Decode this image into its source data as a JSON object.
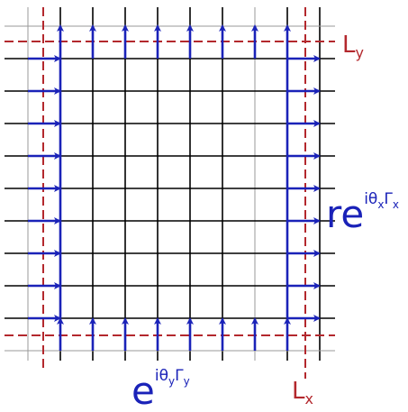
{
  "labels": {
    "ly_main": "L",
    "ly_sub": "y",
    "lx_main": "L",
    "lx_sub": "x",
    "right_main": "re",
    "right_sup_1": "iθ",
    "right_sup_2": "x",
    "right_sup_3": "Γ",
    "right_sup_4": "x",
    "bottom_main": "e",
    "bottom_sup_1": "iθ",
    "bottom_sup_2": "y",
    "bottom_sup_3": "Γ",
    "bottom_sup_4": "y"
  },
  "colors": {
    "grid": "#000000",
    "grid_light": "#9a9a9a",
    "boundary": "#b3282d",
    "arrow": "#1a22b8"
  },
  "lattice": {
    "columns": 10,
    "rows": 11,
    "left_arrow_rows": 9,
    "right_arrow_rows": 9,
    "top_arrow_columns": 8,
    "bottom_arrow_columns": 8
  }
}
